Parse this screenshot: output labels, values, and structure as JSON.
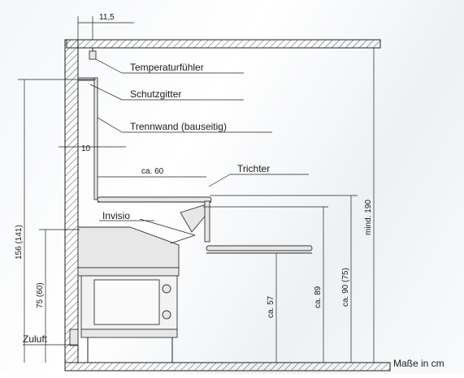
{
  "labels": {
    "sensor": "Temperaturfühler",
    "guard": "Schutzgitter",
    "partition": "Trennwand (bauseitig)",
    "funnel": "Trichter",
    "stove": "Invisio",
    "air_inlet": "Zuluft",
    "units_note": "Maße in cm"
  },
  "dimensions": {
    "top_offset": "11,5",
    "partition_gap": "10",
    "bench_depth": "ca. 60",
    "height_total": "156 (141)",
    "height_stove": "75 (60)",
    "height_lower_bench": "ca. 57",
    "height_mid": "ca. 89",
    "height_upper_bench": "ca. 90 (75)",
    "ceiling_min": "mind. 190"
  },
  "colors": {
    "line": "#222222",
    "hatch": "#555555",
    "part_fill": "#e7e7e7"
  }
}
